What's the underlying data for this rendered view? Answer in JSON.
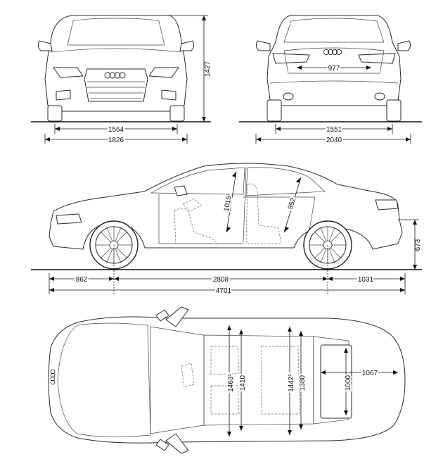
{
  "dimensions": {
    "front_height": "1427",
    "front_track": "1564",
    "overall_width": "1826",
    "rear_trunk_width": "977",
    "rear_track": "1551",
    "width_with_mirrors": "2040",
    "front_overhang": "862",
    "wheelbase": "2808",
    "rear_overhang": "1031",
    "overall_length": "4701",
    "loading_sill_height": "673",
    "front_headroom": "1015¹",
    "rear_headroom": "952",
    "front_shoulder_width": "1463¹",
    "front_elbow_width": "1410",
    "rear_shoulder_width": "1442¹",
    "rear_elbow_width": "1380",
    "trunk_width": "1000",
    "trunk_length": "1067"
  },
  "colors": {
    "line": "#2a2a2a",
    "background": "#ffffff"
  }
}
